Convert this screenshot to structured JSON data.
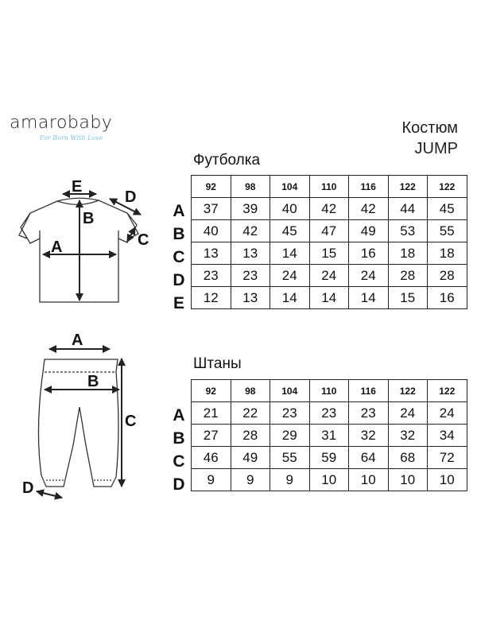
{
  "brand": {
    "name": "amarobaby",
    "tagline": "For Born With Love"
  },
  "product": {
    "line1": "Костюм",
    "line2": "JUMP"
  },
  "shirt": {
    "title": "Футболка",
    "sizes": [
      "92",
      "98",
      "104",
      "110",
      "116",
      "122",
      "122"
    ],
    "rows": [
      {
        "label": "A",
        "values": [
          "37",
          "39",
          "40",
          "42",
          "42",
          "44",
          "45"
        ]
      },
      {
        "label": "B",
        "values": [
          "40",
          "42",
          "45",
          "47",
          "49",
          "53",
          "55"
        ]
      },
      {
        "label": "C",
        "values": [
          "13",
          "13",
          "14",
          "15",
          "16",
          "18",
          "18"
        ]
      },
      {
        "label": "D",
        "values": [
          "23",
          "23",
          "24",
          "24",
          "24",
          "28",
          "28"
        ]
      },
      {
        "label": "E",
        "values": [
          "12",
          "13",
          "14",
          "14",
          "14",
          "15",
          "16"
        ]
      }
    ],
    "diagram_labels": {
      "a": "A",
      "b": "B",
      "c": "C",
      "d": "D",
      "e": "E"
    }
  },
  "pants": {
    "title": "Штаны",
    "sizes": [
      "92",
      "98",
      "104",
      "110",
      "116",
      "122",
      "122"
    ],
    "rows": [
      {
        "label": "A",
        "values": [
          "21",
          "22",
          "23",
          "23",
          "23",
          "24",
          "24"
        ]
      },
      {
        "label": "B",
        "values": [
          "27",
          "28",
          "29",
          "31",
          "32",
          "32",
          "34"
        ]
      },
      {
        "label": "C",
        "values": [
          "46",
          "49",
          "55",
          "59",
          "64",
          "68",
          "72"
        ]
      },
      {
        "label": "D",
        "values": [
          "9",
          "9",
          "9",
          "10",
          "10",
          "10",
          "10"
        ]
      }
    ],
    "diagram_labels": {
      "a": "A",
      "b": "B",
      "c": "C",
      "d": "D"
    }
  }
}
